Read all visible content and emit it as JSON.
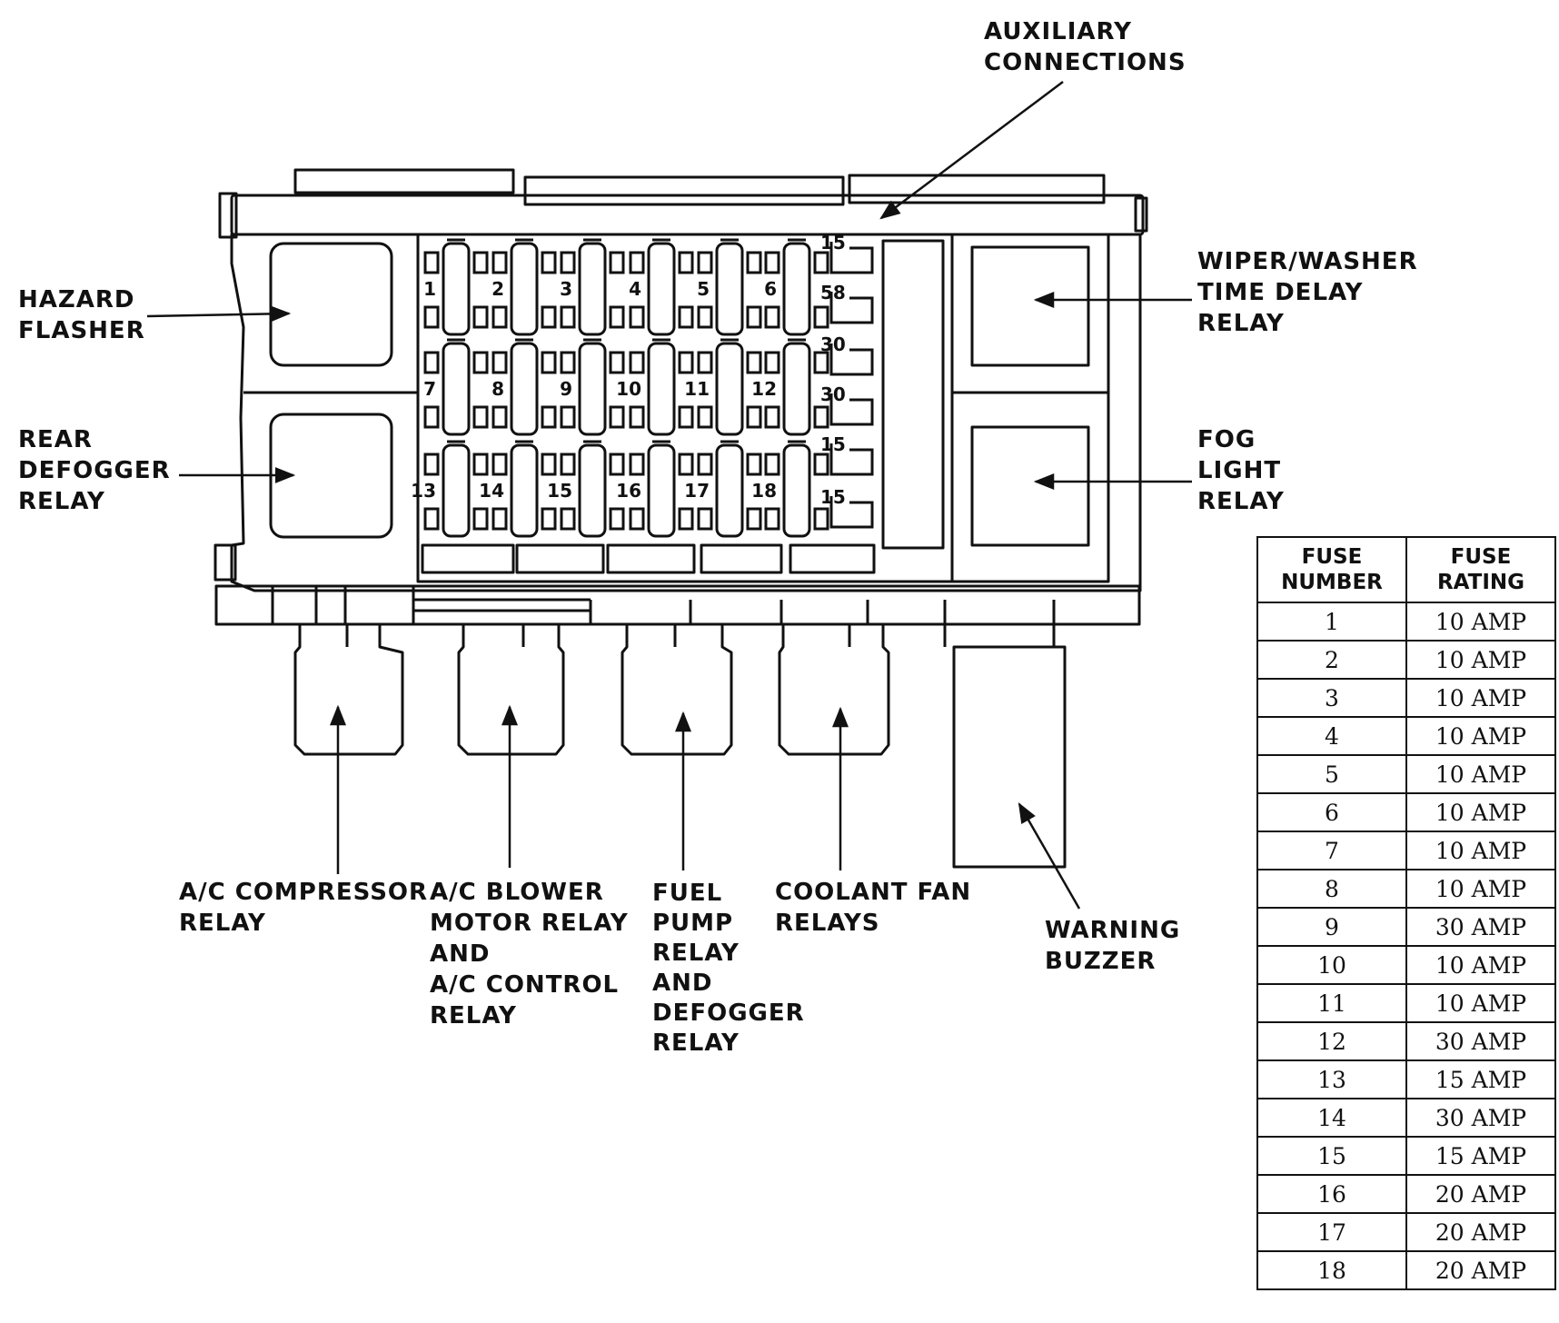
{
  "labels": {
    "auxiliary": [
      "AUXILIARY",
      "CONNECTIONS"
    ],
    "hazard": [
      "HAZARD",
      "FLASHER"
    ],
    "rear_defogger": [
      "REAR",
      "DEFOGGER",
      "RELAY"
    ],
    "wiper": [
      "WIPER/WASHER",
      "TIME DELAY",
      "RELAY"
    ],
    "fog": [
      "FOG",
      "LIGHT",
      "RELAY"
    ],
    "ac_compressor": [
      "A/C COMPRESSOR",
      "RELAY"
    ],
    "ac_blower": [
      "A/C BLOWER",
      "MOTOR RELAY",
      "AND",
      "A/C CONTROL",
      "RELAY"
    ],
    "fuel_pump": [
      "FUEL",
      "PUMP",
      "RELAY",
      "AND",
      "DEFOGGER",
      "RELAY"
    ],
    "coolant": [
      "COOLANT FAN",
      "RELAYS"
    ],
    "warning": [
      "WARNING",
      "BUZZER"
    ]
  },
  "fuse_numbers": [
    "1",
    "2",
    "3",
    "4",
    "5",
    "6",
    "7",
    "8",
    "9",
    "10",
    "11",
    "12",
    "13",
    "14",
    "15",
    "16",
    "17",
    "18"
  ],
  "terminal_labels": [
    "15",
    "58",
    "30",
    "30",
    "15",
    "15"
  ],
  "table": {
    "headers": [
      [
        "FUSE",
        "NUMBER"
      ],
      [
        "FUSE",
        "RATING"
      ]
    ],
    "rows": [
      [
        "1",
        "10 AMP"
      ],
      [
        "2",
        "10 AMP"
      ],
      [
        "3",
        "10 AMP"
      ],
      [
        "4",
        "10 AMP"
      ],
      [
        "5",
        "10 AMP"
      ],
      [
        "6",
        "10 AMP"
      ],
      [
        "7",
        "10 AMP"
      ],
      [
        "8",
        "10 AMP"
      ],
      [
        "9",
        "30 AMP"
      ],
      [
        "10",
        "10 AMP"
      ],
      [
        "11",
        "10 AMP"
      ],
      [
        "12",
        "30 AMP"
      ],
      [
        "13",
        "15 AMP"
      ],
      [
        "14",
        "30 AMP"
      ],
      [
        "15",
        "15 AMP"
      ],
      [
        "16",
        "20 AMP"
      ],
      [
        "17",
        "20 AMP"
      ],
      [
        "18",
        "20 AMP"
      ]
    ]
  }
}
